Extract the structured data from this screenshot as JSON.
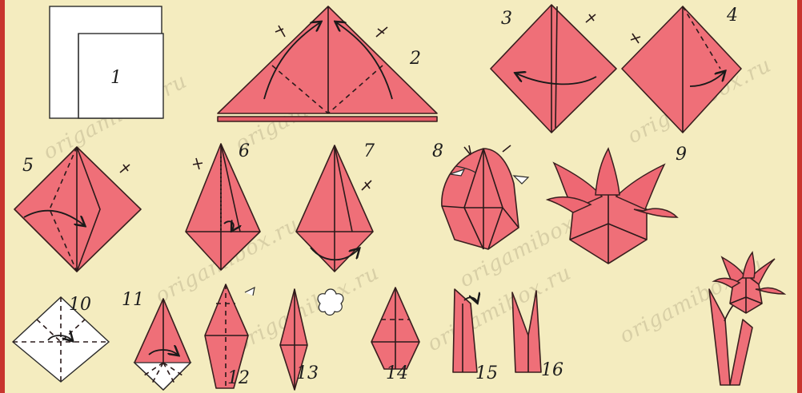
{
  "diagram": {
    "colors": {
      "border": "#c8352e",
      "background": "#f4ecbf",
      "paper": "#ef6f78",
      "watermark": "#d8cfa6"
    },
    "watermark": "origamibox.ru",
    "steps": [
      {
        "label": "1"
      },
      {
        "label": "2"
      },
      {
        "label": "3"
      },
      {
        "label": "4"
      },
      {
        "label": "5"
      },
      {
        "label": "6"
      },
      {
        "label": "7"
      },
      {
        "label": "8"
      },
      {
        "label": "9"
      },
      {
        "label": "10"
      },
      {
        "label": "11"
      },
      {
        "label": "12"
      },
      {
        "label": "13"
      },
      {
        "label": "14"
      },
      {
        "label": "15"
      },
      {
        "label": "16"
      }
    ]
  }
}
